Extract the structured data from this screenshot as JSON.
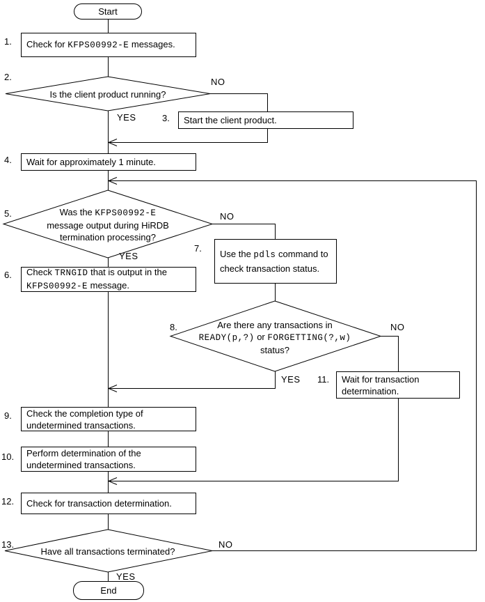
{
  "colors": {
    "line": "#000000",
    "background": "#ffffff",
    "text": "#000000"
  },
  "nodes": {
    "start": {
      "label": "Start"
    },
    "s1": {
      "number": "1.",
      "segments": [
        "Check for ",
        "KFPS00992-E",
        " messages."
      ]
    },
    "d2": {
      "number": "2.",
      "label": "Is the client product running?"
    },
    "s3": {
      "number": "3.",
      "label": "Start the client product."
    },
    "s4": {
      "number": "4.",
      "label": "Wait for approximately 1 minute."
    },
    "d5": {
      "number": "5.",
      "line1": [
        "Was the ",
        "KFPS00992-E"
      ],
      "line2": "message output during HiRDB",
      "line3": "termination processing?"
    },
    "s6": {
      "number": "6.",
      "line1": [
        "Check ",
        "TRNGID",
        " that is output in the"
      ],
      "line2": [
        "KFPS00992-E",
        " message."
      ]
    },
    "s7": {
      "number": "7.",
      "line1": [
        "Use the ",
        "pdls",
        " command to"
      ],
      "line2": "check transaction status."
    },
    "d8": {
      "number": "8.",
      "line1": "Are there any transactions in",
      "line2": [
        "READY(p,?)",
        " or ",
        "FORGETTING(?,w)"
      ],
      "line3": "status?"
    },
    "s9": {
      "number": "9.",
      "line1": "Check the completion type of",
      "line2": "undetermined transactions."
    },
    "s10": {
      "number": "10.",
      "line1": "Perform determination of the",
      "line2": "undetermined transactions."
    },
    "s11": {
      "number": "11.",
      "line1": "Wait for transaction",
      "line2": "determination."
    },
    "s12": {
      "number": "12.",
      "label": "Check for transaction determination."
    },
    "d13": {
      "number": "13.",
      "label": "Have all transactions terminated?"
    },
    "end": {
      "label": "End"
    }
  },
  "branches": {
    "d2_no": "NO",
    "d2_yes": "YES",
    "d5_no": "NO",
    "d5_yes": "YES",
    "d8_no": "NO",
    "d8_yes": "YES",
    "d13_no": "NO",
    "d13_yes": "YES"
  }
}
